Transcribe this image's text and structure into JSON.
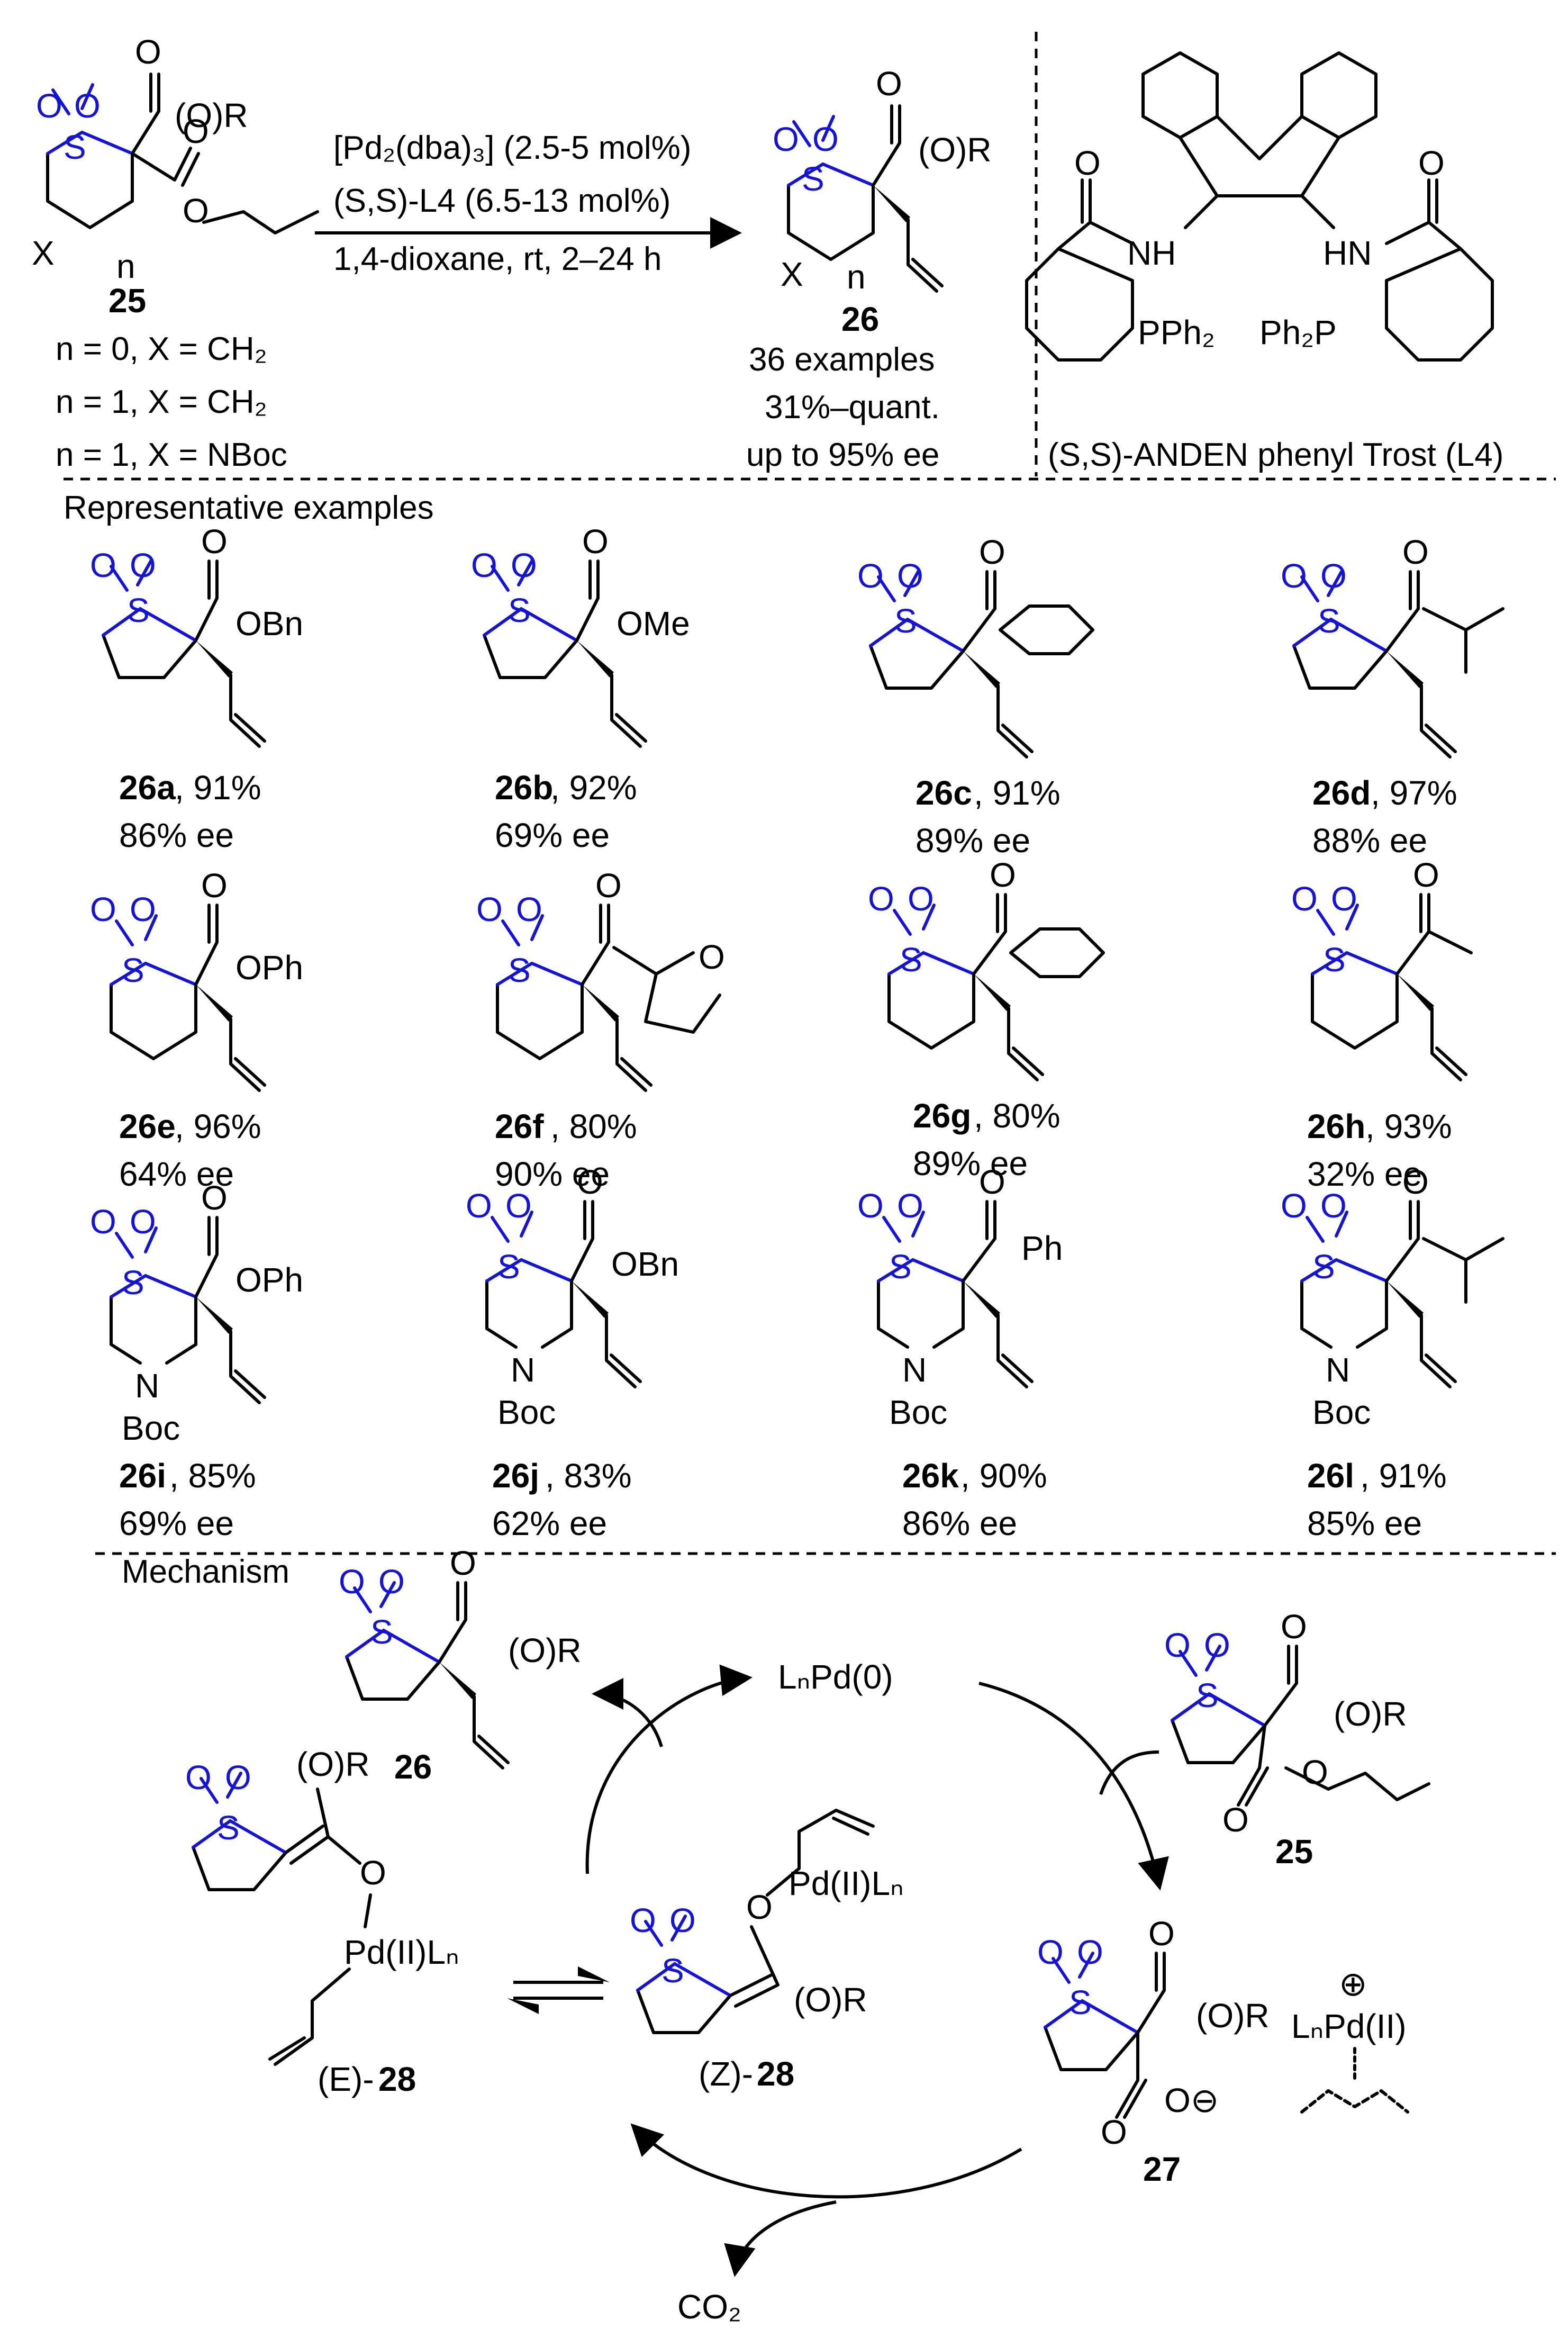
{
  "reaction": {
    "reagent_line1": "[Pd₂(dba)₃] (2.5-5 mol%)",
    "reagent_line2": "(S,S)-L4 (6.5-13 mol%)",
    "reagent_line3": "1,4-dioxane, rt, 2–24 h",
    "sm_label": "25",
    "sm_conditions": [
      "n = 0, X = CH₂",
      "n = 1, X = CH₂",
      "n = 1, X = NBoc"
    ],
    "product_label": "26",
    "product_stats": [
      "36 examples",
      "31%–quant.",
      "up to 95% ee"
    ],
    "ligand_name": "(S,S)-ANDEN phenyl Trost (L4)"
  },
  "atoms": {
    "S": "S",
    "O": "O",
    "OR": "(O)R",
    "X": "X",
    "n": "n",
    "NH": "NH",
    "HN": "HN",
    "PPh2": "PPh₂",
    "Ph2P": "Ph₂P",
    "N": "N",
    "Boc": "Boc",
    "OBn": "OBn",
    "OMe": "OMe",
    "OPh": "OPh",
    "Ph": "Ph",
    "Om": "O⊖",
    "LnPd0": "LₙPd(0)",
    "PdLn": "Pd(II)Lₙ",
    "LnPdII": "LₙPd(II)",
    "plus": "⊕",
    "CO2": "CO₂"
  },
  "section_titles": {
    "examples": "Representative examples",
    "mechanism": "Mechanism"
  },
  "examples": [
    {
      "id": "26a",
      "yield": ", 91%",
      "ee": "86% ee"
    },
    {
      "id": "26b",
      "yield": ", 92%",
      "ee": "69% ee"
    },
    {
      "id": "26c",
      "yield": ", 91%",
      "ee": "89% ee"
    },
    {
      "id": "26d",
      "yield": ", 97%",
      "ee": "88% ee"
    },
    {
      "id": "26e",
      "yield": ", 96%",
      "ee": "64% ee"
    },
    {
      "id": "26f",
      "yield": ", 80%",
      "ee": "90% ee"
    },
    {
      "id": "26g",
      "yield": ", 80%",
      "ee": "89% ee"
    },
    {
      "id": "26h",
      "yield": ", 93%",
      "ee": "32% ee"
    },
    {
      "id": "26i",
      "yield": ", 85%",
      "ee": "69% ee"
    },
    {
      "id": "26j",
      "yield": ", 83%",
      "ee": "62% ee"
    },
    {
      "id": "26k",
      "yield": ", 90%",
      "ee": "86% ee"
    },
    {
      "id": "26l",
      "yield": ", 91%",
      "ee": "85% ee"
    }
  ],
  "mechanism": {
    "label_26": "26",
    "label_25": "25",
    "label_27": "27",
    "label_E28_prefix": "(E)-",
    "label_Z28_prefix": "(Z)-",
    "label_28": "28",
    "catalyst": "LₙPd(0)",
    "co2": "CO₂"
  }
}
